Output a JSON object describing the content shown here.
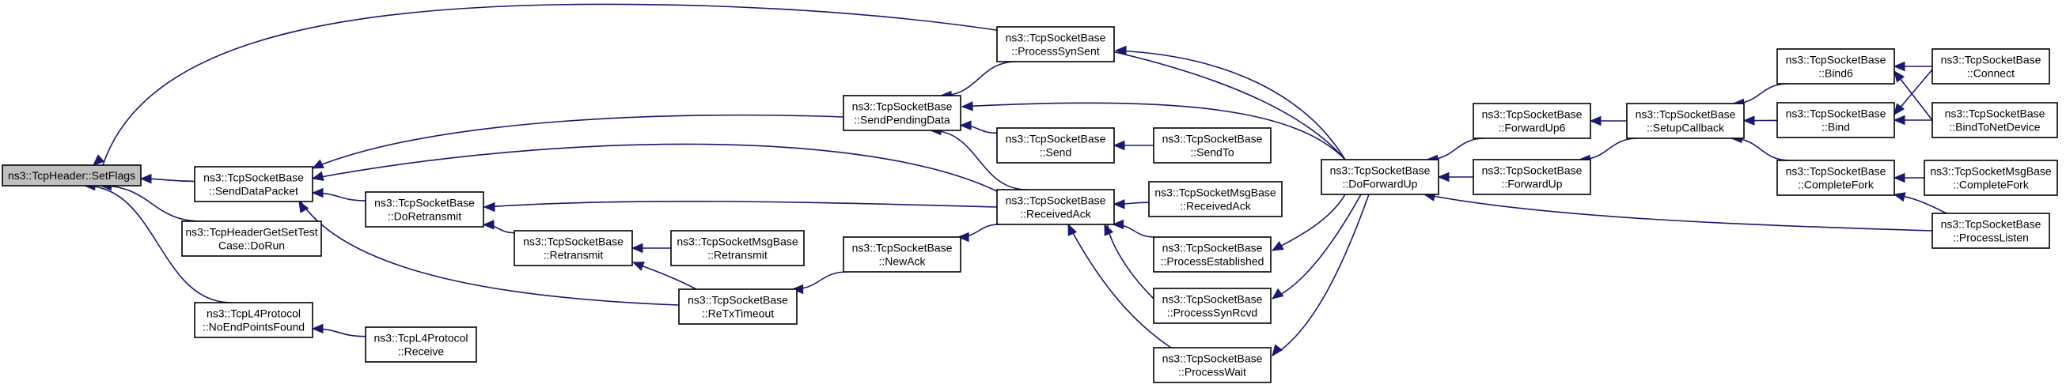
{
  "colors": {
    "edge": "#191970",
    "node_border": "#000000",
    "node_fill": "#ffffff",
    "highlight_fill": "#bfbfbf"
  },
  "nodes": {
    "setflags": {
      "lines": [
        "ns3::TcpHeader::SetFlags"
      ],
      "highlight": true
    },
    "senddatapacket": {
      "lines": [
        "ns3::TcpSocketBase",
        "::SendDataPacket"
      ]
    },
    "headertest": {
      "lines": [
        "ns3::TcpHeaderGetSetTest",
        "Case::DoRun"
      ]
    },
    "noendpoints": {
      "lines": [
        "ns3::TcpL4Protocol",
        "::NoEndPointsFound"
      ]
    },
    "doretransmit": {
      "lines": [
        "ns3::TcpSocketBase",
        "::DoRetransmit"
      ]
    },
    "l4receive": {
      "lines": [
        "ns3::TcpL4Protocol",
        "::Receive"
      ]
    },
    "retransmit": {
      "lines": [
        "ns3::TcpSocketBase",
        "::Retransmit"
      ]
    },
    "msgretransmit": {
      "lines": [
        "ns3::TcpSocketMsgBase",
        "::Retransmit"
      ]
    },
    "retxtimeout": {
      "lines": [
        "ns3::TcpSocketBase",
        "::ReTxTimeout"
      ]
    },
    "sendpending": {
      "lines": [
        "ns3::TcpSocketBase",
        "::SendPendingData"
      ]
    },
    "newack": {
      "lines": [
        "ns3::TcpSocketBase",
        "::NewAck"
      ]
    },
    "processsynsent": {
      "lines": [
        "ns3::TcpSocketBase",
        "::ProcessSynSent"
      ]
    },
    "send": {
      "lines": [
        "ns3::TcpSocketBase",
        "::Send"
      ]
    },
    "sendto": {
      "lines": [
        "ns3::TcpSocketBase",
        "::SendTo"
      ]
    },
    "receivedack": {
      "lines": [
        "ns3::TcpSocketBase",
        "::ReceivedAck"
      ]
    },
    "msgreceivedack": {
      "lines": [
        "ns3::TcpSocketMsgBase",
        "::ReceivedAck"
      ]
    },
    "established": {
      "lines": [
        "ns3::TcpSocketBase",
        "::ProcessEstablished"
      ]
    },
    "synrcvd": {
      "lines": [
        "ns3::TcpSocketBase",
        "::ProcessSynRcvd"
      ]
    },
    "processwait": {
      "lines": [
        "ns3::TcpSocketBase",
        "::ProcessWait"
      ]
    },
    "doforwardup": {
      "lines": [
        "ns3::TcpSocketBase",
        "::DoForwardUp"
      ]
    },
    "forwardup6": {
      "lines": [
        "ns3::TcpSocketBase",
        "::ForwardUp6"
      ]
    },
    "forwardup": {
      "lines": [
        "ns3::TcpSocketBase",
        "::ForwardUp"
      ]
    },
    "setupcallback": {
      "lines": [
        "ns3::TcpSocketBase",
        "::SetupCallback"
      ]
    },
    "bind6": {
      "lines": [
        "ns3::TcpSocketBase",
        "::Bind6"
      ]
    },
    "bind": {
      "lines": [
        "ns3::TcpSocketBase",
        "::Bind"
      ]
    },
    "completefork": {
      "lines": [
        "ns3::TcpSocketBase",
        "::CompleteFork"
      ]
    },
    "processlisten": {
      "lines": [
        "ns3::TcpSocketBase",
        "::ProcessListen"
      ]
    },
    "connect": {
      "lines": [
        "ns3::TcpSocketBase",
        "::Connect"
      ]
    },
    "bindtonetdevice": {
      "lines": [
        "ns3::TcpSocketBase",
        "::BindToNetDevice"
      ]
    },
    "msgcompletefork": {
      "lines": [
        "ns3::TcpSocketMsgBase",
        "::CompleteFork"
      ]
    }
  },
  "edges": [
    [
      "senddatapacket",
      "setflags"
    ],
    [
      "headertest",
      "setflags"
    ],
    [
      "noendpoints",
      "setflags"
    ],
    [
      "doforwardup",
      "setflags"
    ],
    [
      "sendpending",
      "senddatapacket"
    ],
    [
      "doretransmit",
      "senddatapacket"
    ],
    [
      "receivedack",
      "senddatapacket"
    ],
    [
      "retransmit",
      "doretransmit"
    ],
    [
      "receivedack",
      "doretransmit"
    ],
    [
      "retxtimeout",
      "retransmit"
    ],
    [
      "msgretransmit",
      "retransmit"
    ],
    [
      "retxtimeout",
      "senddatapacket"
    ],
    [
      "l4receive",
      "noendpoints"
    ],
    [
      "newack",
      "retxtimeout"
    ],
    [
      "receivedack",
      "newack"
    ],
    [
      "processsynsent",
      "sendpending"
    ],
    [
      "send",
      "sendpending"
    ],
    [
      "receivedack",
      "sendpending"
    ],
    [
      "doforwardup",
      "sendpending"
    ],
    [
      "sendto",
      "send"
    ],
    [
      "doforwardup",
      "processsynsent"
    ],
    [
      "msgreceivedack",
      "receivedack"
    ],
    [
      "established",
      "receivedack"
    ],
    [
      "synrcvd",
      "receivedack"
    ],
    [
      "processwait",
      "receivedack"
    ],
    [
      "doforwardup",
      "established"
    ],
    [
      "doforwardup",
      "synrcvd"
    ],
    [
      "doforwardup",
      "processwait"
    ],
    [
      "forwardup6",
      "doforwardup"
    ],
    [
      "forwardup",
      "doforwardup"
    ],
    [
      "processlisten",
      "doforwardup"
    ],
    [
      "setupcallback",
      "forwardup6"
    ],
    [
      "setupcallback",
      "forwardup"
    ],
    [
      "bind6",
      "setupcallback"
    ],
    [
      "bind",
      "setupcallback"
    ],
    [
      "completefork",
      "setupcallback"
    ],
    [
      "connect",
      "bind6"
    ],
    [
      "connect",
      "bind"
    ],
    [
      "bindtonetdevice",
      "bind6"
    ],
    [
      "bindtonetdevice",
      "bind"
    ],
    [
      "msgcompletefork",
      "completefork"
    ],
    [
      "processlisten",
      "completefork"
    ]
  ]
}
